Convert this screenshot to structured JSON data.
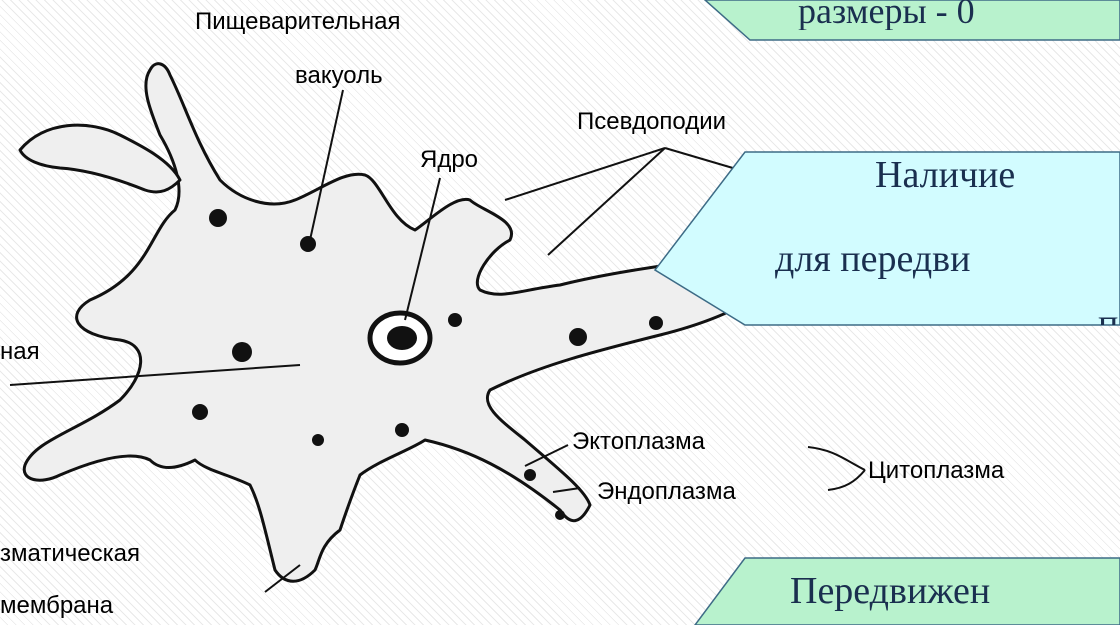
{
  "labels": {
    "digestive_vacuole_line1": "Пищеварительная",
    "digestive_vacuole_line2": "вакуоль",
    "pseudopodia": "Псевдоподии",
    "nucleus": "Ядро",
    "left_cut": "ная",
    "ectoplasm": "Эктоплазма",
    "endoplasm": "Эндоплазма",
    "cytoplasm": "Цитоплазма",
    "membrane_line1": "зматическая",
    "membrane_line2": "мембрана"
  },
  "banners": {
    "top_text": "размеры - 0",
    "middle_line1": "Наличие",
    "middle_line2": "для передви",
    "middle_line3": "п",
    "bottom_text": "Передвижен"
  },
  "colors": {
    "banner_green": "#b8f2cd",
    "banner_cyan": "#d2fcff",
    "banner_border": "#3d6b86",
    "banner_text": "#1a2f4f"
  }
}
